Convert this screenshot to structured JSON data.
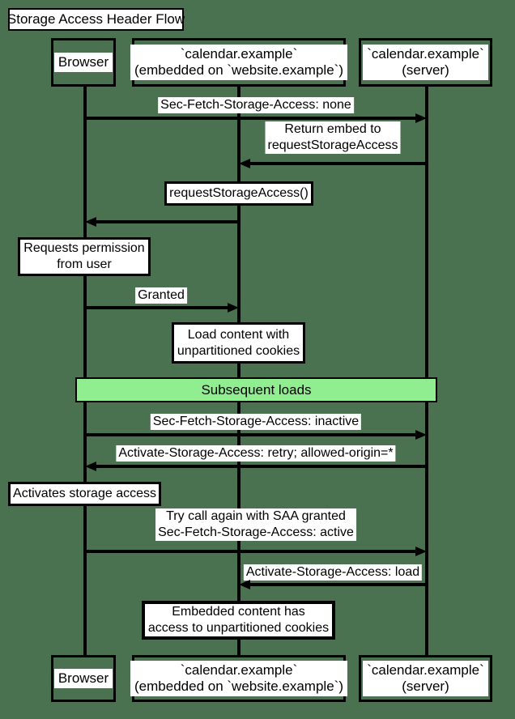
{
  "title": "Storage Access Header Flow",
  "colors": {
    "background": "#4A7150",
    "band_fill": "#90EE90",
    "box_fill": "#FFFFFF",
    "line_color": "#000000"
  },
  "participants": {
    "browser": {
      "label": "Browser"
    },
    "embed": {
      "line1": "`calendar.example`",
      "line2": "(embedded on `website.example`)"
    },
    "server": {
      "line1": "`calendar.example`",
      "line2": "(server)"
    }
  },
  "messages": {
    "sec_fetch_none": {
      "label": "Sec-Fetch-Storage-Access: none",
      "from": "browser",
      "to": "server"
    },
    "return_embed": {
      "line1": "Return embed to",
      "line2": "requestStorageAccess",
      "from": "server",
      "to": "embed"
    },
    "rsa_response": {
      "from": "embed",
      "to": "browser"
    },
    "granted": {
      "label": "Granted",
      "from": "browser",
      "to": "embed"
    },
    "sec_fetch_inactive": {
      "label": "Sec-Fetch-Storage-Access: inactive",
      "from": "browser",
      "to": "server"
    },
    "asa_retry": {
      "label": "Activate-Storage-Access: retry; allowed-origin=*",
      "from": "server",
      "to": "browser"
    },
    "try_again": {
      "line1": "Try call again with SAA granted",
      "line2": "Sec-Fetch-Storage-Access: active",
      "from": "browser",
      "to": "server"
    },
    "asa_load": {
      "label": "Activate-Storage-Access: load",
      "from": "server",
      "to": "embed"
    }
  },
  "notes": {
    "request_storage_access": {
      "label": "requestStorageAccess()"
    },
    "requests_permission": {
      "line1": "Requests permission",
      "line2": "from user"
    },
    "load_content": {
      "line1": "Load content with",
      "line2": "unpartitioned cookies"
    },
    "activates_storage": {
      "label": "Activates storage access"
    },
    "embedded_access": {
      "line1": "Embedded content has",
      "line2": "access to unpartitioned cookies"
    }
  },
  "band": {
    "label": "Subsequent loads"
  }
}
